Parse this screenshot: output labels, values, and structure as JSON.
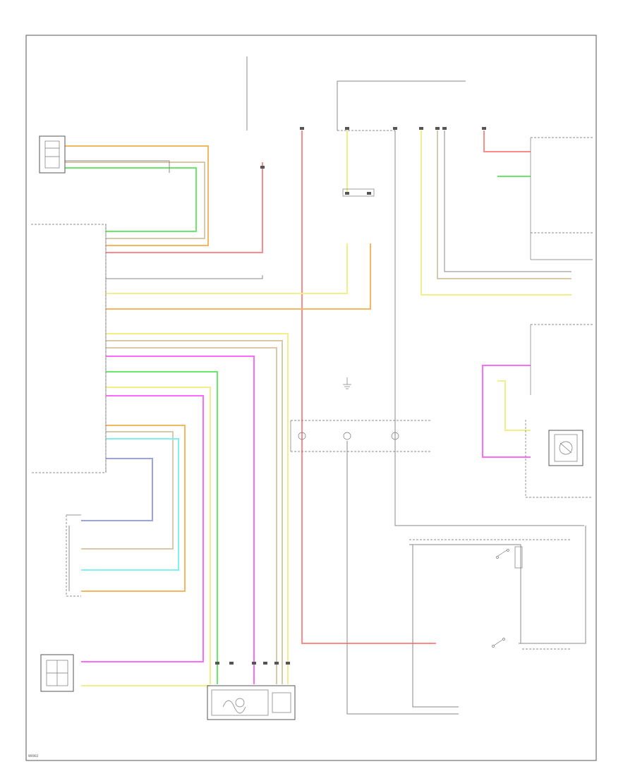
{
  "diagram": {
    "footer_code": "W0002",
    "colors": {
      "pink": "#ff8a8a",
      "orange": "#f4b860",
      "yellow": "#f2ee8a",
      "green": "#6be86b",
      "magenta": "#ff6bff",
      "cyan": "#7ff0f0",
      "blue": "#9aa2e8",
      "tan": "#d9c9a8",
      "gray": "#888888",
      "black": "#444444"
    },
    "connector_icons": [
      "ground-symbol",
      "fuse-symbol",
      "motor-symbol",
      "switch-symbol"
    ]
  }
}
